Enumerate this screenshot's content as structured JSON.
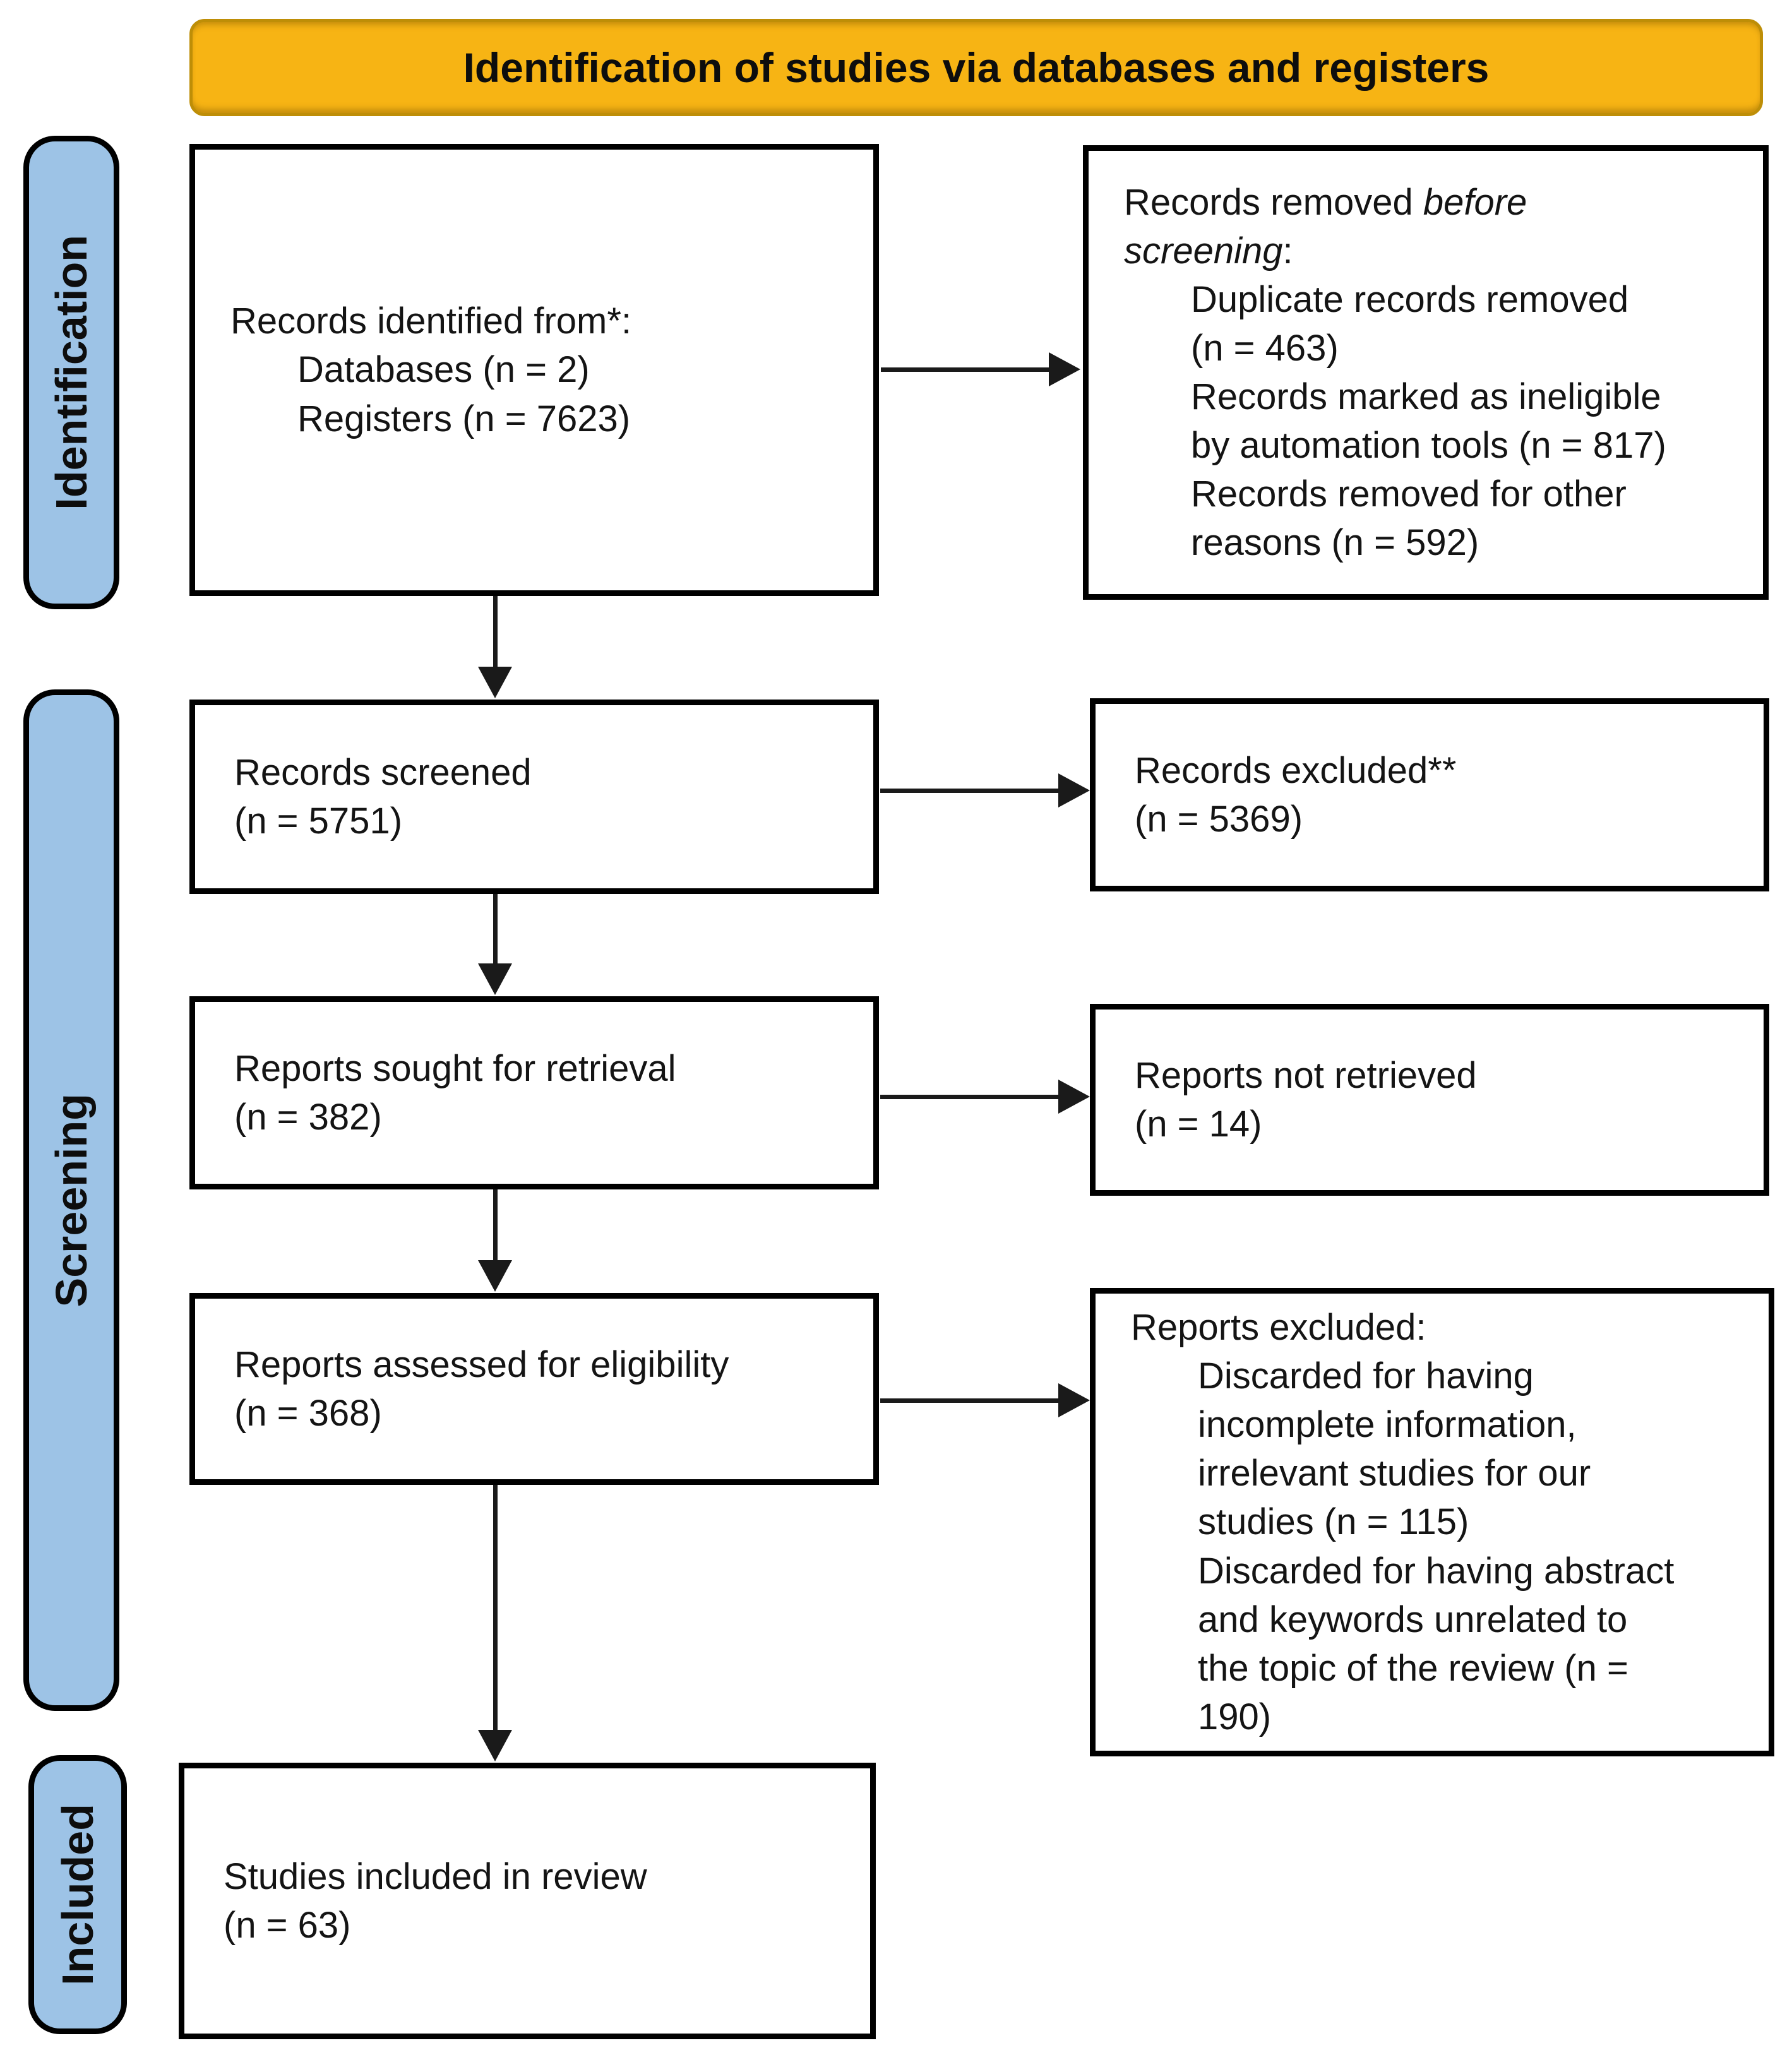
{
  "header": {
    "title": "Identification of studies via databases and registers"
  },
  "sidebar": {
    "identification_label": "Identification",
    "screening_label": "Screening",
    "included_label": "Included"
  },
  "boxes": {
    "records_identified": {
      "title": "Records identified from*:",
      "items": [
        "Databases (n = 2)",
        "Registers (n = 7623)"
      ]
    },
    "records_removed": {
      "title_prefix": "Records removed ",
      "title_italic": "before\nscreening",
      "title_suffix": ":",
      "items": [
        "Duplicate records removed\n(n = 463)",
        "Records marked as ineligible\nby automation tools (n = 817)",
        "Records removed for other\nreasons (n = 592)"
      ]
    },
    "records_screened": {
      "text": "Records screened\n(n = 5751)"
    },
    "records_excluded": {
      "text": "Records excluded**\n(n = 5369)"
    },
    "reports_sought": {
      "text": "Reports sought for retrieval\n(n = 382)"
    },
    "reports_not_retrieved": {
      "text": "Reports not retrieved\n(n = 14)"
    },
    "reports_assessed": {
      "text": "Reports assessed for eligibility\n(n = 368)"
    },
    "reports_excluded": {
      "title": "Reports excluded:",
      "items": [
        "Discarded for having\nincomplete information,\nirrelevant studies for our\nstudies (n = 115)",
        "Discarded for having abstract\nand keywords unrelated to\nthe topic of the review (n =\n190)"
      ]
    },
    "studies_included": {
      "text": "Studies included in review\n(n = 63)"
    }
  },
  "colors": {
    "banner_fill": "#F7B414",
    "stage_fill": "#9DC3E6",
    "box_border": "#000000",
    "arrow": "#1a1a1a"
  }
}
